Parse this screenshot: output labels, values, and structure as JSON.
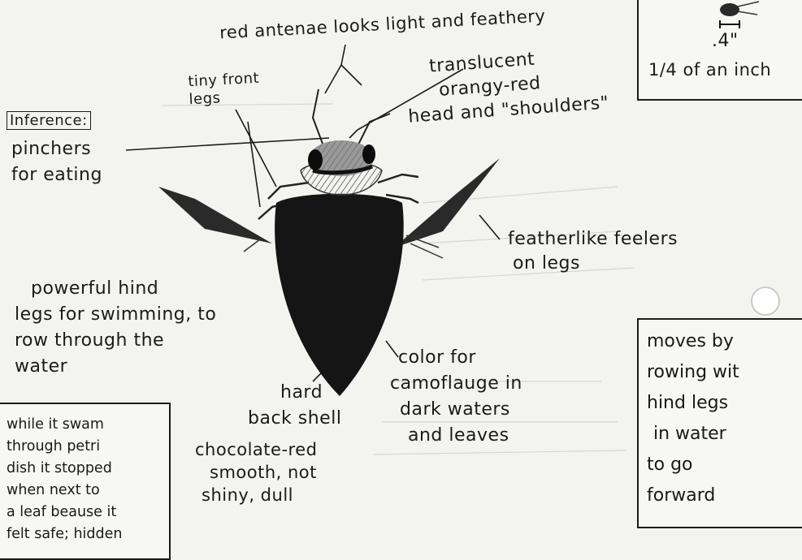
{
  "labels": {
    "red_antennae": "red antenae looks light and feathery",
    "translucent": [
      "translucent",
      "orangy-red",
      "head and \"shoulders\""
    ],
    "tiny_front_legs": [
      "tiny front",
      "legs"
    ],
    "inference_tag": "Inference:",
    "pinchers": [
      "pinchers",
      "for eating"
    ],
    "featherlike": [
      "featherlike feelers",
      "on legs"
    ],
    "powerful_hind": [
      "powerful hind",
      "legs for swimming, to",
      "row through the",
      "water"
    ],
    "hard_back": [
      "hard",
      "back shell"
    ],
    "color_camo": [
      "color for",
      "camoflauge in",
      "dark waters",
      "and leaves"
    ],
    "chocolate": [
      "chocolate-red",
      "smooth, not",
      "shiny, dull"
    ]
  },
  "scale_box": {
    "size": ".4\"",
    "caption": "1/4 of an inch"
  },
  "note_left": [
    "while it swam",
    "through petri",
    "dish it stopped",
    "when next to",
    "a leaf beause it",
    "felt safe; hidden"
  ],
  "note_right": [
    "moves by",
    "rowing wit",
    "hind legs",
    "in water",
    "to go",
    "forward"
  ],
  "colors": {
    "paper": "#f3f3f0",
    "ink": "#1b1b1b",
    "beetle_body": "#151515",
    "head_shade": "#8a8a8a"
  }
}
